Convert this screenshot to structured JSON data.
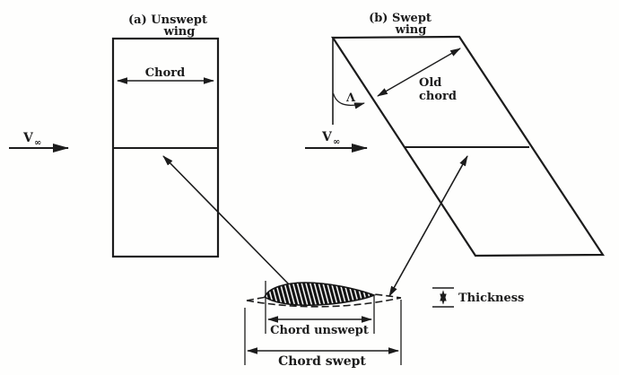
{
  "figure": {
    "background": "#fefefd",
    "ink": "#1c1c1c",
    "panel_a": {
      "title": [
        "(a) Unswept",
        "wing"
      ],
      "chord_label": "Chord",
      "freestream": {
        "symbol": "V",
        "subscript": "∞"
      }
    },
    "panel_b": {
      "title": [
        "(b) Swept",
        "wing"
      ],
      "sweep_angle_symbol": "Λ",
      "old_chord_label": [
        "Old",
        "chord"
      ],
      "freestream": {
        "symbol": "V",
        "subscript": "∞"
      }
    },
    "airfoil_section": {
      "thickness_label": "Thickness",
      "chord_unswept_label": "Chord unswept",
      "chord_swept_label": "Chord swept"
    }
  }
}
